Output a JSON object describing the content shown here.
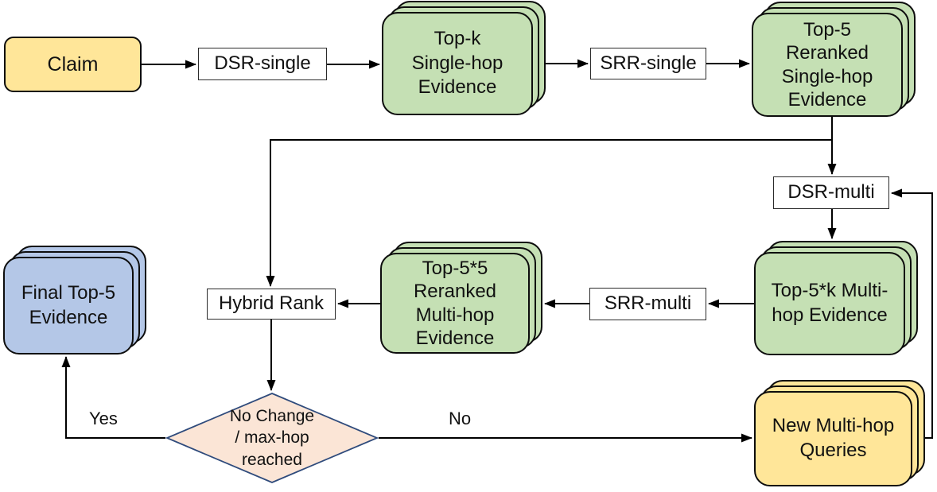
{
  "diagram": {
    "type": "flowchart",
    "nodes": {
      "claim": {
        "label": "Claim",
        "shape": "rounded-rect",
        "fill": "#FFE699"
      },
      "dsr_single": {
        "label": "DSR-single",
        "shape": "process",
        "fill": "#FFFFFF"
      },
      "topk_single_hop": {
        "label": "Top-k\nSingle-hop\nEvidence",
        "shape": "stack",
        "fill": "#C5E0B4"
      },
      "srr_single": {
        "label": "SRR-single",
        "shape": "process",
        "fill": "#FFFFFF"
      },
      "top5_reranked_single_hop": {
        "label": "Top-5\nReranked\nSingle-hop\nEvidence",
        "shape": "stack",
        "fill": "#C5E0B4"
      },
      "dsr_multi": {
        "label": "DSR-multi",
        "shape": "process",
        "fill": "#FFFFFF"
      },
      "top5k_multi_hop": {
        "label": "Top-5*k Multi-\nhop Evidence",
        "shape": "stack",
        "fill": "#C5E0B4"
      },
      "srr_multi": {
        "label": "SRR-multi",
        "shape": "process",
        "fill": "#FFFFFF"
      },
      "top55_reranked_multi_hop": {
        "label": "Top-5*5\nReranked\nMulti-hop\nEvidence",
        "shape": "stack",
        "fill": "#C5E0B4"
      },
      "hybrid_rank": {
        "label": "Hybrid Rank",
        "shape": "process",
        "fill": "#FFFFFF"
      },
      "decision": {
        "label": "No Change\n/ max-hop\nreached",
        "shape": "diamond",
        "fill": "#FBE5D6",
        "border": "#2F4B7C"
      },
      "final_top5": {
        "label": "Final Top-5\nEvidence",
        "shape": "stack",
        "fill": "#B4C7E7"
      },
      "new_queries": {
        "label": "New Multi-hop\nQueries",
        "shape": "stack",
        "fill": "#FFE699"
      }
    },
    "edges": {
      "labels": {
        "yes": "Yes",
        "no": "No"
      },
      "connections": [
        {
          "from": "claim",
          "to": "dsr_single"
        },
        {
          "from": "dsr_single",
          "to": "topk_single_hop"
        },
        {
          "from": "topk_single_hop",
          "to": "srr_single"
        },
        {
          "from": "srr_single",
          "to": "top5_reranked_single_hop"
        },
        {
          "from": "top5_reranked_single_hop",
          "to": "dsr_multi"
        },
        {
          "from": "top5_reranked_single_hop",
          "to": "hybrid_rank"
        },
        {
          "from": "dsr_multi",
          "to": "top5k_multi_hop"
        },
        {
          "from": "top5k_multi_hop",
          "to": "srr_multi"
        },
        {
          "from": "srr_multi",
          "to": "top55_reranked_multi_hop"
        },
        {
          "from": "top55_reranked_multi_hop",
          "to": "hybrid_rank"
        },
        {
          "from": "hybrid_rank",
          "to": "decision"
        },
        {
          "from": "decision",
          "to": "final_top5",
          "label": "Yes"
        },
        {
          "from": "decision",
          "to": "new_queries",
          "label": "No"
        },
        {
          "from": "new_queries",
          "to": "dsr_multi"
        }
      ]
    },
    "colors": {
      "evidence_fill": "#C5E0B4",
      "claim_fill": "#FFE699",
      "final_fill": "#B4C7E7",
      "queries_fill": "#FFE699",
      "decision_fill": "#FBE5D6",
      "decision_border": "#2F4B7C",
      "line": "#000000"
    }
  }
}
